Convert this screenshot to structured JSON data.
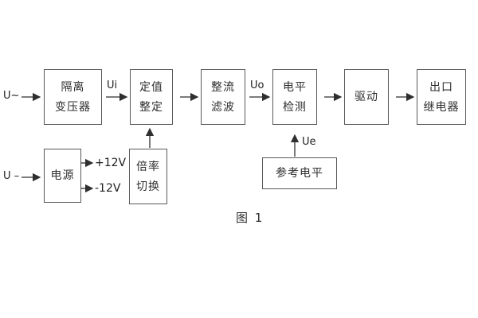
{
  "diagram": {
    "caption": "图 1",
    "inputs": {
      "ac_label": "U~",
      "dc_label": "U –"
    },
    "signal_labels": {
      "ui": "Ui",
      "uo": "Uo",
      "ue": "Ue",
      "rail_pos": "+12V",
      "rail_neg": "-12V"
    },
    "blocks": {
      "isolation_transformer": {
        "line1": "隔离",
        "line2": "变压器"
      },
      "setting_adjustment": {
        "line1": "定值",
        "line2": "整定"
      },
      "rectifier_filter": {
        "line1": "整流",
        "line2": "滤波"
      },
      "level_detection": {
        "line1": "电平",
        "line2": "检测"
      },
      "driver": {
        "line1": "驱动"
      },
      "output_relay": {
        "line1": "出口",
        "line2": "继电器"
      },
      "power_supply": {
        "line1": "电源"
      },
      "ratio_switch": {
        "line1": "倍率",
        "line2": "切换"
      },
      "reference_level": {
        "line1": "参考电平"
      }
    },
    "colors": {
      "line": "#2f2f2f",
      "border": "#595959",
      "text": "#2e2e2e",
      "background": "#ffffff"
    }
  }
}
